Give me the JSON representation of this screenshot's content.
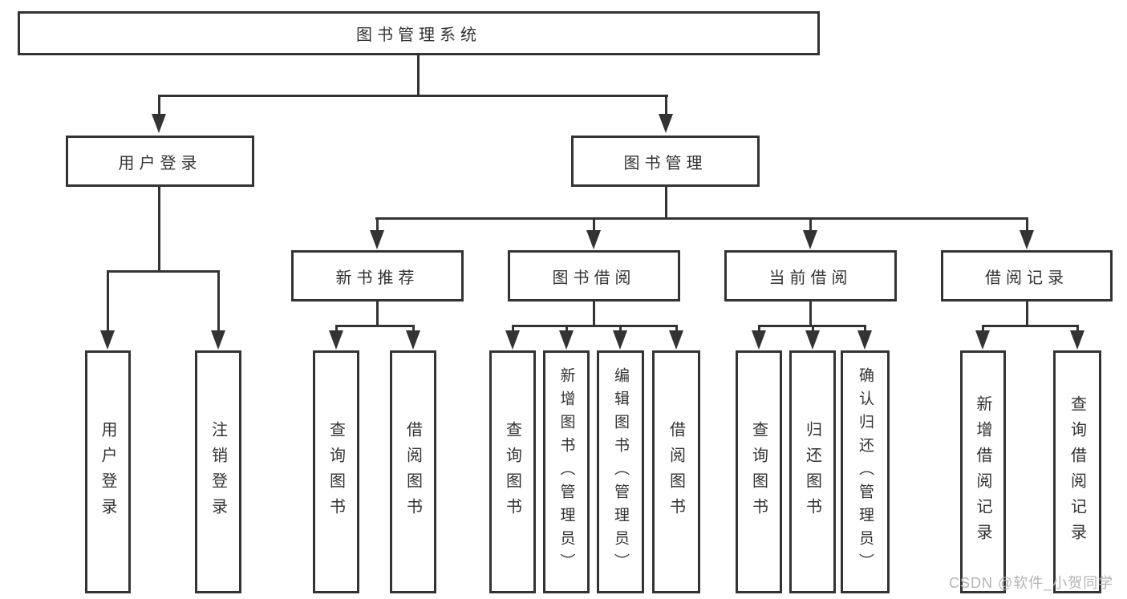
{
  "nodes": {
    "root": "图书管理系统",
    "user_login": "用户登录",
    "book_mgmt": "图书管理",
    "new_books": "新书推荐",
    "book_borrow": "图书借阅",
    "current_borrow": "当前借阅",
    "borrow_records": "借阅记录",
    "leaf_user_login": "用户登录",
    "leaf_logout": "注销登录",
    "leaf_nb_query": "查询图书",
    "leaf_nb_borrow": "借阅图书",
    "leaf_bb_query": "查询图书",
    "leaf_bb_add": "新增图书（管理员）",
    "leaf_bb_edit": "编辑图书（管理员）",
    "leaf_bb_borrow": "借阅图书",
    "leaf_cb_query": "查询图书",
    "leaf_cb_return": "归还图书",
    "leaf_cb_confirm": "确认归还（管理员）",
    "leaf_br_add": "新增借阅记录",
    "leaf_br_query": "查询借阅记录"
  },
  "watermark": "CSDN @软件_小贺同学",
  "colors": {
    "line": "#333333",
    "text": "#333333",
    "watermark": "#b4b4b4"
  }
}
